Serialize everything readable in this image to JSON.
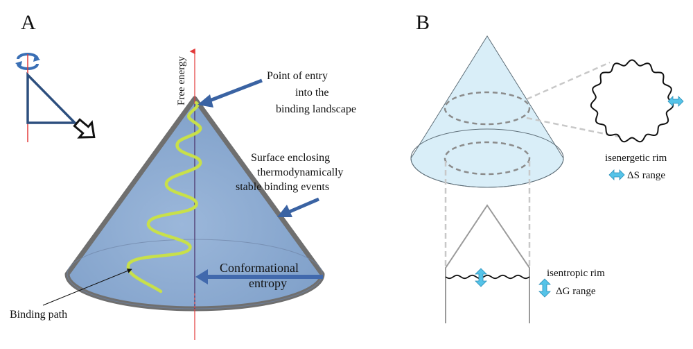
{
  "panel_a": {
    "label": "A",
    "axis_label": "Free energy",
    "entry_label": [
      "Point of entry",
      "into the",
      "binding landscape"
    ],
    "surface_label": [
      "Surface enclosing",
      "thermodynamically",
      "stable binding events"
    ],
    "entropy_label": [
      "Conformational",
      "entropy"
    ],
    "path_label": "Binding path"
  },
  "panel_b": {
    "label": "B",
    "isenergetic_label": "isenergetic rim",
    "ds_label": "ΔS range",
    "isentropic_label": "isentropic rim",
    "dg_label": "ΔG range"
  },
  "colors": {
    "cone_a_fill": "#8aa9d0",
    "cone_a_edge": "#6f6f6f",
    "axis": "#e23a3a",
    "binding_path": "#c8e04a",
    "arrow_blue": "#3a63a3",
    "cone_b_fill": "#d9eef8",
    "cyan_arrow": "#55c3e8"
  }
}
